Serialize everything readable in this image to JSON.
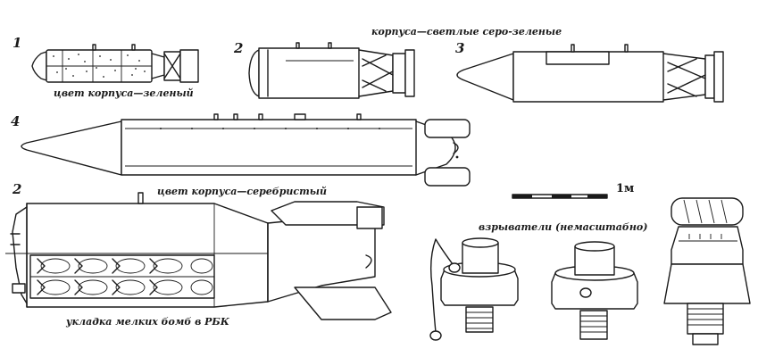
{
  "numbers": {
    "n1": "1",
    "n2_top": "2",
    "n3": "3",
    "n4": "4",
    "n2_bottom": "2"
  },
  "captions": {
    "hull_light": "корпуса—светлые серо-зеленые",
    "hull_green": "цвет корпуса—зеленый",
    "hull_silver": "цвет корпуса—серебристый",
    "fuzes": "взрыватели (немасштабно)",
    "rbk_layout": "укладка мелких бомб в РБК"
  },
  "scale": {
    "label": "1м"
  },
  "colors": {
    "ink": "#1a1a1a",
    "paper": "#ffffff"
  }
}
